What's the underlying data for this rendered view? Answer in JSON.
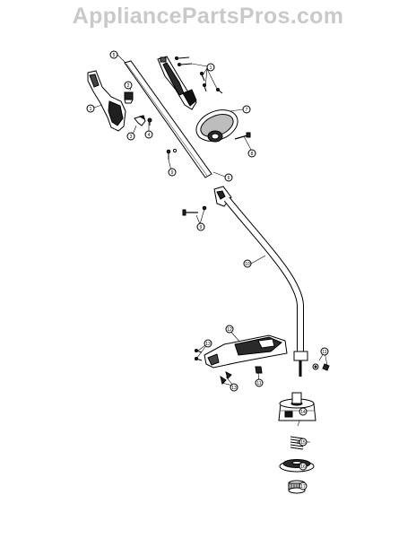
{
  "watermark": "AppliancePartsPros.com",
  "callouts": {
    "c1a": "1",
    "c1b": "1",
    "c2": "2",
    "c3": "3",
    "c4": "4",
    "c5": "5",
    "c6": "6",
    "c7": "7",
    "c8": "8",
    "c9a": "9",
    "c9b": "9",
    "c10": "10",
    "c11a": "11",
    "c11b": "11",
    "c12": "12",
    "c13a": "13",
    "c13b": "13",
    "c14": "14",
    "c15": "15",
    "c16": "16",
    "c17": "17"
  }
}
